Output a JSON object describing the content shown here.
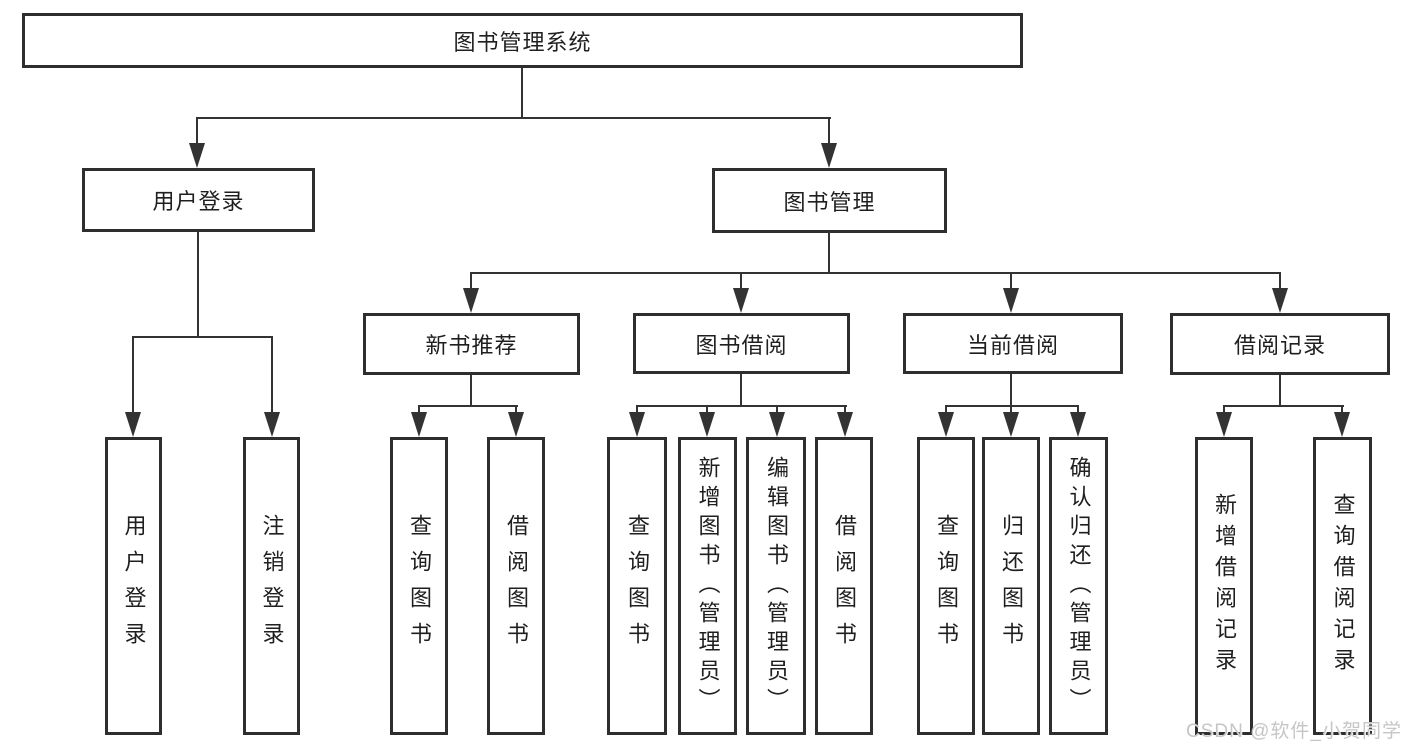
{
  "nodes": {
    "root": "图书管理系统",
    "user_login": "用户登录",
    "book_mgmt": "图书管理",
    "new_book_rec": "新书推荐",
    "book_borrow": "图书借阅",
    "current_borrow": "当前借阅",
    "borrow_record": "借阅记录",
    "ul_user_login": "用户登录",
    "ul_logout": "注销登录",
    "nbr_query_book": "查询图书",
    "nbr_borrow_book": "借阅图书",
    "bb_query_book": "查询图书",
    "bb_add_book": "新增图书（管理员）",
    "bb_edit_book": "编辑图书（管理员）",
    "bb_borrow_book": "借阅图书",
    "cb_query_book": "查询图书",
    "cb_return_book": "归还图书",
    "cb_confirm_return": "确认归还（管理员）",
    "br_add_record": "新增借阅记录",
    "br_query_record": "查询借阅记录"
  },
  "watermark": "CSDN @软件_小贺同学",
  "colors": {
    "line": "#333333",
    "box_border": "#2e2e2e",
    "text": "#1f1f1f",
    "background": "#ffffff",
    "watermark": "#c6c6c6"
  }
}
